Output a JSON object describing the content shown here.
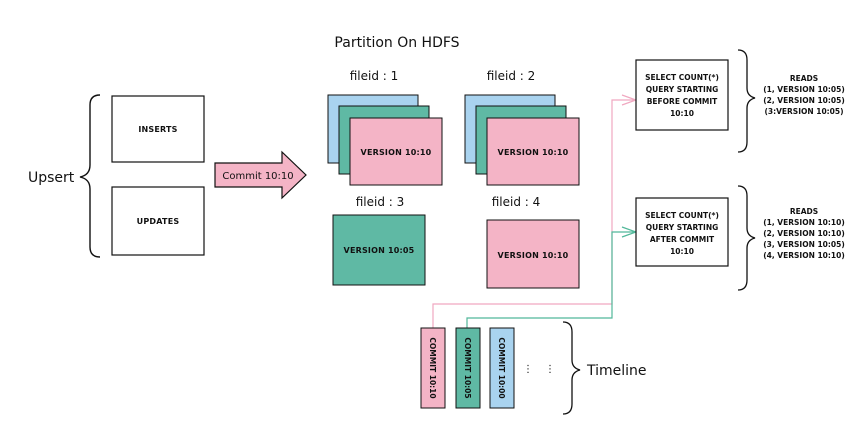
{
  "title": "Partition On HDFS",
  "upsert_label": "Upsert",
  "inputs": [
    "INSERTS",
    "UPDATES"
  ],
  "commit_arrow_label": "Commit 10:10",
  "files": [
    {
      "label": "fileid : 1",
      "version": "VERSION 10:10"
    },
    {
      "label": "fileid : 2",
      "version": "VERSION 10:10"
    },
    {
      "label": "fileid : 3",
      "version": "VERSION 10:05"
    },
    {
      "label": "fileid : 4",
      "version": "VERSION 10:10"
    }
  ],
  "queries": [
    {
      "lines": [
        "SELECT COUNT(*)",
        "QUERY STARTING"
      ],
      "bold_word": "BEFORE",
      "rest": " COMMIT",
      "time": "10:10",
      "reads_title": "READS",
      "reads": [
        "(1, VERSION 10:05)",
        "(2, VERSION 10:05)",
        "(3:VERSION 10:05)"
      ]
    },
    {
      "lines": [
        "SELECT COUNT(*)",
        "QUERY STARTING"
      ],
      "bold_word": "AFTER",
      "rest": " COMMIT",
      "time": "10:10",
      "reads_title": "READS",
      "reads": [
        "(1, VERSION 10:10)",
        "(2, VERSION 10:10)",
        "(3, VERSION 10:05)",
        "(4, VERSION 10:10)"
      ]
    }
  ],
  "timeline": {
    "label": "Timeline",
    "commits": [
      "COMMIT 10:10",
      "COMMIT 10:05",
      "COMMIT 10:00"
    ],
    "ellipsis": "⋮"
  },
  "colors": {
    "pink": "#f4b4c6",
    "green": "#5fb9a4",
    "blue": "#a9d3ef",
    "pink_line": "#f0a8c0",
    "green_line": "#52b89a"
  }
}
